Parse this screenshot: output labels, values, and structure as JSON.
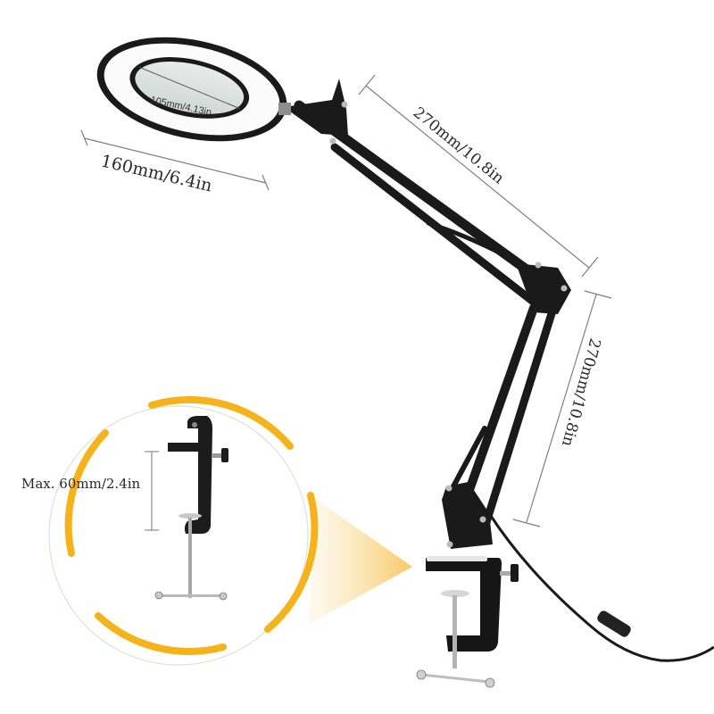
{
  "image": {
    "subject": "Magnifying desk lamp with swing arm and table clamp",
    "accent_color": "#f5b21b",
    "arm_color": "#1a1a1a"
  },
  "dimensions": {
    "lens_diameter": "105mm/4.13in",
    "head_width": "160mm/6.4in",
    "upper_arm": "270mm/10.8in",
    "lower_arm": "270mm/10.8in",
    "clamp_max_opening": "Max. 60mm/2.4in"
  }
}
